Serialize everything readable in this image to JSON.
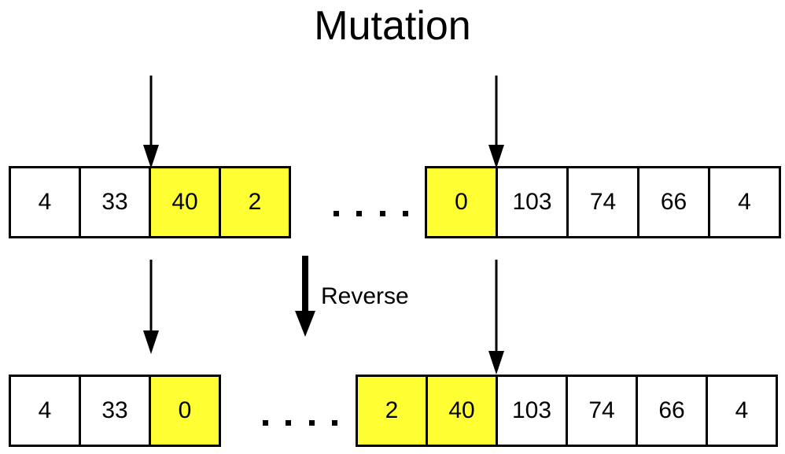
{
  "diagram": {
    "title": "Mutation",
    "operation_label": "Reverse",
    "ellipsis_text": "......",
    "colors": {
      "highlight": "#ffff33",
      "cell_fill": "#ffffff",
      "stroke": "#000000",
      "background": "#ffffff"
    },
    "rows": [
      {
        "id": "parent-left-segment",
        "cells": [
          {
            "value": "4",
            "highlighted": false
          },
          {
            "value": "33",
            "highlighted": false
          },
          {
            "value": "40",
            "highlighted": true
          },
          {
            "value": "2",
            "highlighted": true
          }
        ]
      },
      {
        "id": "parent-right-segment",
        "cells": [
          {
            "value": "0",
            "highlighted": true
          },
          {
            "value": "103",
            "highlighted": false
          },
          {
            "value": "74",
            "highlighted": false
          },
          {
            "value": "66",
            "highlighted": false
          },
          {
            "value": "4",
            "highlighted": false
          }
        ]
      },
      {
        "id": "child-left-segment",
        "cells": [
          {
            "value": "4",
            "highlighted": false
          },
          {
            "value": "33",
            "highlighted": false
          },
          {
            "value": "0",
            "highlighted": true
          }
        ]
      },
      {
        "id": "child-right-segment",
        "cells": [
          {
            "value": "2",
            "highlighted": true
          },
          {
            "value": "40",
            "highlighted": true
          },
          {
            "value": "103",
            "highlighted": false
          },
          {
            "value": "74",
            "highlighted": false
          },
          {
            "value": "66",
            "highlighted": false
          },
          {
            "value": "4",
            "highlighted": false
          }
        ]
      }
    ]
  }
}
